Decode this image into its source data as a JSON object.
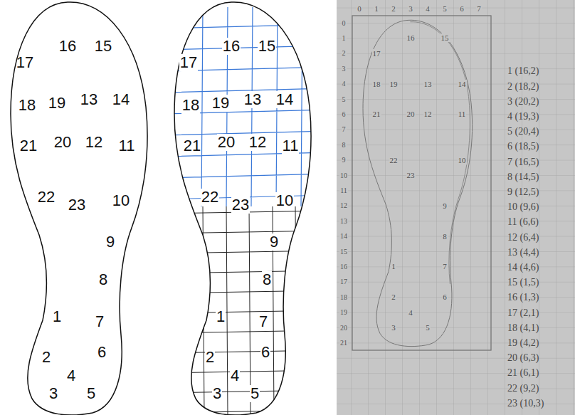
{
  "diagram": {
    "labels": [
      "16",
      "15",
      "17",
      "18",
      "19",
      "13",
      "14",
      "21",
      "20",
      "12",
      "11",
      "22",
      "23",
      "10",
      "9",
      "8",
      "1",
      "7",
      "2",
      "6",
      "4",
      "3",
      "5",
      "16",
      "15",
      "17",
      "18",
      "19",
      "13",
      "14",
      "21",
      "20",
      "12",
      "11",
      "22",
      "23",
      "10",
      "9",
      "8",
      "1",
      "7",
      "2",
      "6",
      "4",
      "3",
      "5",
      "0",
      "1",
      "2",
      "3",
      "4",
      "5",
      "6",
      "7",
      "0",
      "1",
      "2",
      "3",
      "4",
      "5",
      "6",
      "7",
      "8",
      "9",
      "10",
      "11",
      "12",
      "13",
      "14",
      "15",
      "16",
      "17",
      "18",
      "19",
      "20",
      "21",
      "16",
      "15",
      "17",
      "18",
      "19",
      "13",
      "14",
      "21",
      "20",
      "12",
      "11",
      "22",
      "10",
      "23",
      "9",
      "8",
      "1",
      "7",
      "2",
      "6",
      "4",
      "3",
      "5",
      "1 (16,2)",
      "2 (18,2)",
      "3 (20,2)",
      "4 (19,3)",
      "5 (20,4)",
      "6 (18,5)",
      "7 (16,5)",
      "8 (14,5)",
      "9 (12,5)",
      "10 (9,6)",
      "11 (6,6)",
      "12 (6,4)",
      "13 (4,4)",
      "14 (4,6)",
      "15 (1,5)",
      "16 (1,3)",
      "17 (2,1)",
      "18 (4,1)",
      "19 (4,2)",
      "20 (6,3)",
      "21 (6,1)",
      "22 (9,2)",
      "23 (10,3)"
    ]
  }
}
